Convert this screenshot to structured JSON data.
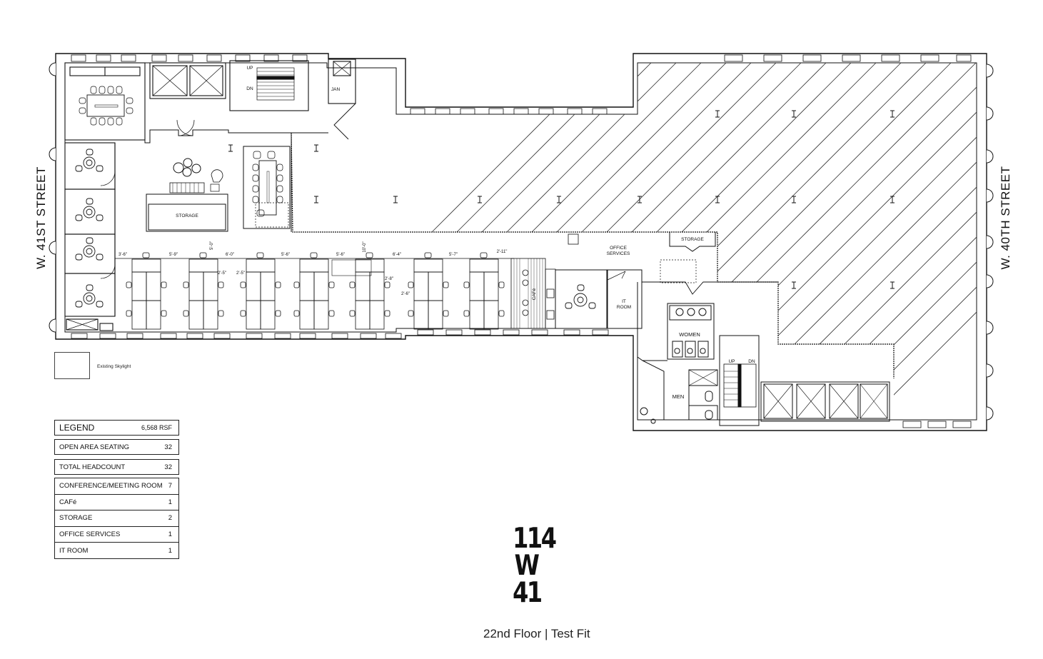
{
  "streets": {
    "left": "W. 41ST STREET",
    "right": "W. 40TH STREET"
  },
  "rooms": {
    "up": "UP",
    "dn": "DN",
    "jan": "JAN",
    "storage_main": "STORAGE",
    "office_services": "OFFICE\nSERVICES",
    "storage_small": "STORAGE",
    "it_room": "IT\nROOM",
    "cafe": "CAFé",
    "women": "WOMEN",
    "men": "MEN",
    "stair_up": "UP",
    "stair_dn": "DN"
  },
  "dimensions": [
    "3'-6\"",
    "5'-9\"",
    "6'-0\"",
    "5'-6\"",
    "5'-6\"",
    "6'-4\"",
    "5'-7\"",
    "2'-11\"",
    "2'-5\"",
    "2'-5\"",
    "2'-8\"",
    "2'-6\"",
    "5'-0\"",
    "10'-0\""
  ],
  "skylight": {
    "label": "Existing Skylight"
  },
  "legend": {
    "title": "LEGEND",
    "area": "6,568 RSF",
    "rows": [
      {
        "label": "OPEN AREA SEATING",
        "value": "32"
      },
      {
        "label": "TOTAL HEADCOUNT",
        "value": "32"
      }
    ],
    "group": [
      {
        "label": "CONFERENCE/MEETING ROOM",
        "value": "7"
      },
      {
        "label": "CAFé",
        "value": "1"
      },
      {
        "label": "STORAGE",
        "value": "2"
      },
      {
        "label": "OFFICE SERVICES",
        "value": "1"
      },
      {
        "label": "IT ROOM",
        "value": "1"
      }
    ]
  },
  "logo": {
    "line1": "114",
    "line2": "W",
    "line3": "41"
  },
  "footer": {
    "title": "22nd Floor | Test Fit"
  }
}
